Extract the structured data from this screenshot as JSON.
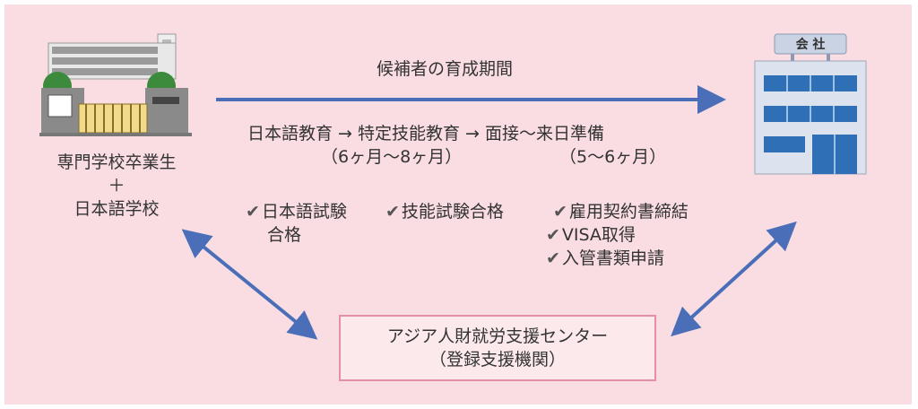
{
  "left_entity": {
    "line1": "専門学校卒業生",
    "plus": "＋",
    "line2": "日本語学校"
  },
  "company_sign": "会 社",
  "period_label": "候補者の育成期間",
  "flow": {
    "text": "日本語教育 → 特定技能教育 → 面接〜来日準備",
    "left_duration": "（6ヶ月〜8ヶ月）",
    "right_duration": "（5〜6ヶ月）"
  },
  "milestones": {
    "group1": {
      "line1": "日本語試験",
      "line2": "合格"
    },
    "group2": {
      "line1": "技能試験合格"
    },
    "group3": [
      "雇用契約書締結",
      "VISA取得",
      "入管書類申請"
    ]
  },
  "center_box": {
    "line1": "アジア人財就労支援センター",
    "line2": "（登録支援機関）"
  },
  "colors": {
    "background": "#f9dde2",
    "arrow": "#4a6fb8",
    "box_border": "#e58fa3"
  }
}
